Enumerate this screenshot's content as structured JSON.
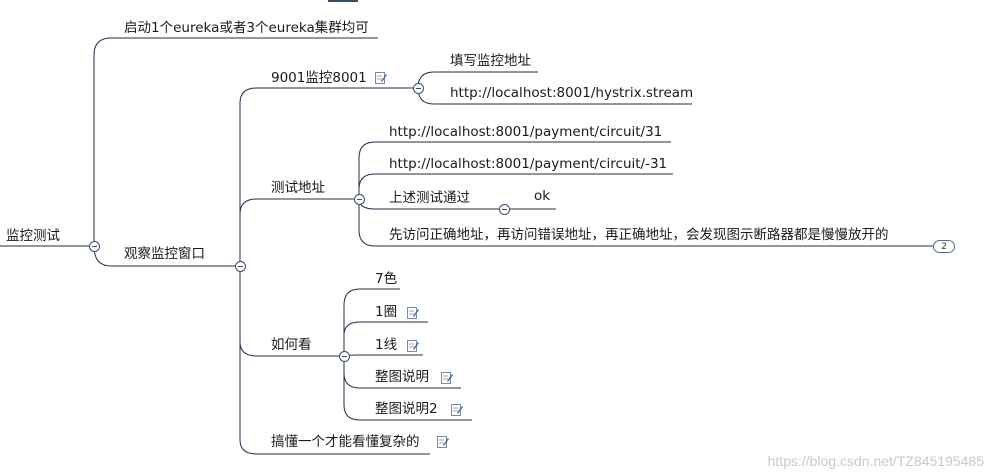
{
  "root": {
    "label": "监控测试"
  },
  "branches": {
    "eureka": "启动1个eureka或者3个eureka集群均可",
    "observe": "观察监控窗口",
    "dash9001": "9001监控8001",
    "fill_address": "填写监控地址",
    "hystrix_url": "http://localhost:8001/hystrix.stream",
    "test_address": "测试地址",
    "url_ok": "http://localhost:8001/payment/circuit/31",
    "url_err": "http://localhost:8001/payment/circuit/-31",
    "passed": "上述测试通过",
    "ok": "ok",
    "sequence": "先访问正确地址，再访问错误地址，再正确地址，会发现图示断路器都是慢慢放开的",
    "how_to_read": "如何看",
    "seven_colors": "7色",
    "one_circle": "1圈",
    "one_line": "1线",
    "whole_chart": "整图说明",
    "whole_chart2": "整图说明2",
    "understand_one": "搞懂一个才能看懂复杂的"
  },
  "badge_count": "2",
  "watermark": "https://blog.csdn.net/TZ845195485",
  "colors": {
    "line": "#1f2f4a",
    "icon": "#4a6fa5"
  }
}
